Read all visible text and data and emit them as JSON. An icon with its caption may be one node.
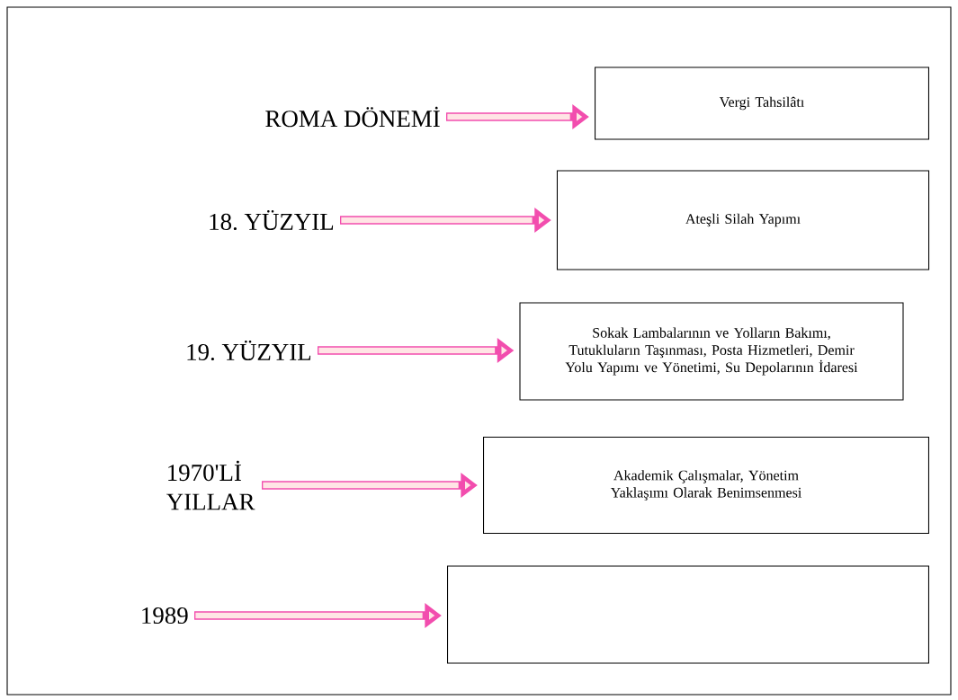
{
  "diagram": {
    "nodes": [
      {
        "text": [
          "ROMA DÖNEMİ"
        ]
      },
      {
        "text": [
          "Vergi Tahsilâtı"
        ]
      },
      {
        "text": [
          "18. YÜZYIL"
        ]
      },
      {
        "text": [
          "Ateşli Silah Yapımı"
        ]
      },
      {
        "text": [
          "19. YÜZYIL"
        ]
      },
      {
        "text": [
          "Sokak Lambalarının ve Yolların Bakımı, Tutukluların Taşınması, Posta Hizmetleri, Demir Yolu Yapımı ve Yönetimi, Su Depolarının İdaresi"
        ]
      },
      {
        "text": [
          "1970'Lİ YILLAR"
        ]
      },
      {
        "text": [
          "Akademik Çalışmalar, Yönetim Yaklaşımı Olarak Benimsenmesi"
        ]
      },
      {
        "text": [
          "1989"
        ]
      },
      {
        "text": [],
        "shape": "box"
      }
    ],
    "edges": [
      {
        "from": 0,
        "to": 1,
        "arrow": "to"
      },
      {
        "from": 2,
        "to": 3,
        "arrow": "to"
      },
      {
        "from": 4,
        "to": 5,
        "arrow": "to"
      },
      {
        "from": 6,
        "to": 7,
        "arrow": "to"
      },
      {
        "from": 8,
        "to": 9,
        "arrow": "to"
      }
    ]
  }
}
